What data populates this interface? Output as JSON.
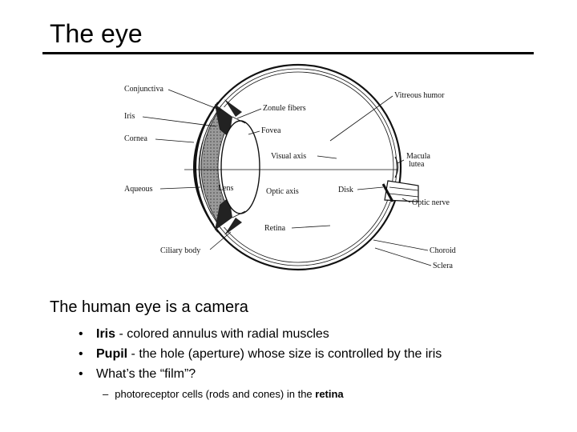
{
  "slide": {
    "title": "The eye",
    "heading": "The human eye is a camera",
    "bullets": [
      {
        "term": "Iris",
        "text": " - colored annulus with radial muscles"
      },
      {
        "term": "Pupil",
        "text": " - the hole (aperture) whose size is controlled by the iris"
      },
      {
        "term": "",
        "text": "What’s the “film”?"
      }
    ],
    "sub_bullet": {
      "text": "photoreceptor cells (rods and cones) in the ",
      "emphasis": "retina"
    }
  },
  "figure": {
    "labels": {
      "conjunctiva": "Conjunctiva",
      "iris": "Iris",
      "cornea": "Cornea",
      "aqueous": "Aqueous",
      "ciliary_body": "Ciliary body",
      "zonule_fibers": "Zonule fibers",
      "fovea": "Fovea",
      "visual_axis": "Visual axis",
      "lens": "Lens",
      "optic_axis": "Optic axis",
      "disk": "Disk",
      "retina": "Retina",
      "vitreous_humor": "Vitreous humor",
      "macula": "Macula",
      "lutea": "lutea",
      "optic_nerve": "Optic nerve",
      "choroid": "Choroid",
      "sclera": "Sclera"
    }
  }
}
